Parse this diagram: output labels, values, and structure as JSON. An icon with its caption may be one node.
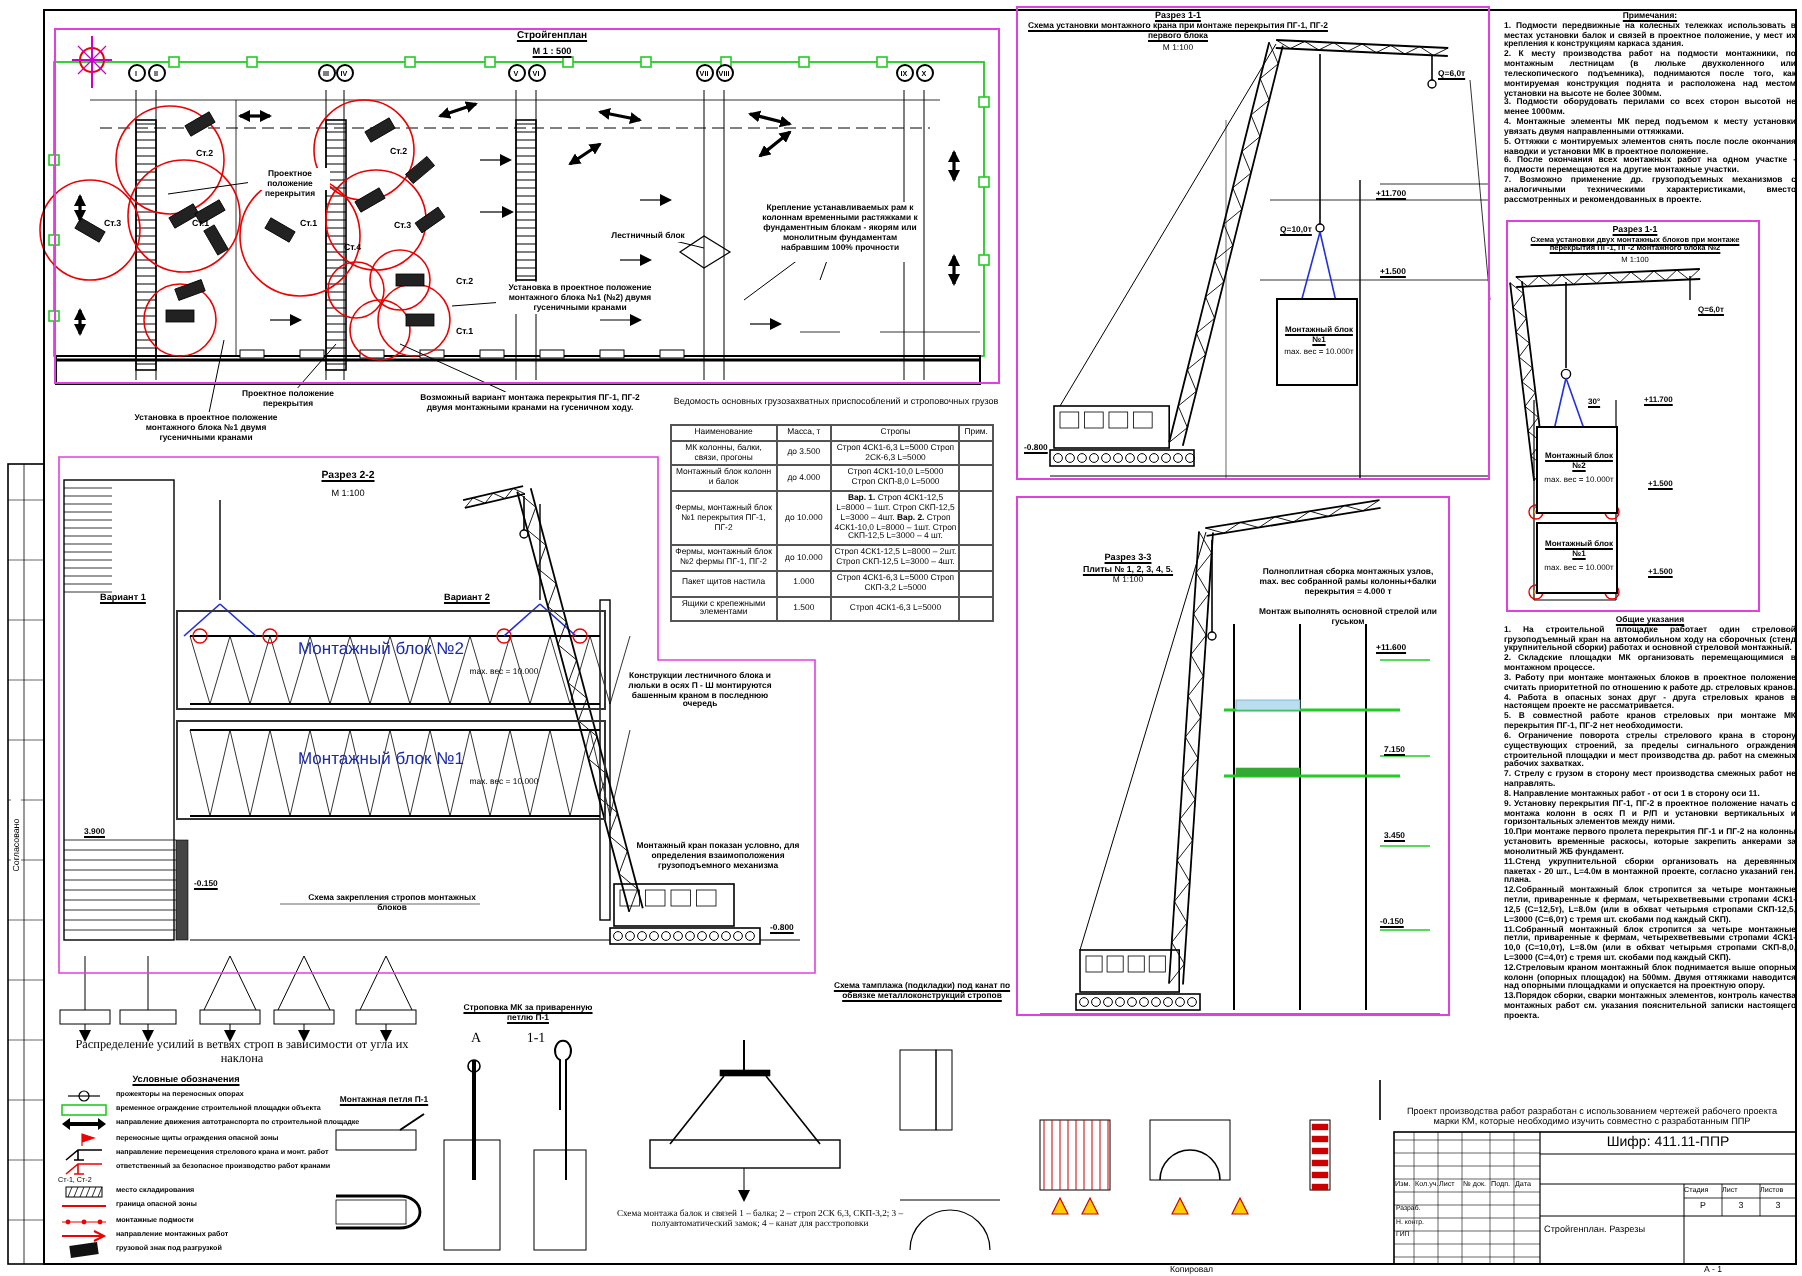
{
  "diagram": {
    "nodes": [
      {
        "text": [
          "Стройгенплан",
          "М 1 : 500"
        ]
      },
      {
        "text": [
          "Разрез 1-1",
          "Схема установки монтажного крана при монтаже перекрытия ПГ-1, ПГ-2 первого блока",
          "М 1:100"
        ]
      },
      {
        "text": [
          "Разрез 1-1",
          "Схема установки двух монтажных блоков при монтаже перекрытия ПГ-1, ПГ-2 монтажного блока №2",
          "М 1:100"
        ]
      },
      {
        "text": [
          "Разрез 2-2",
          "М 1:100"
        ]
      },
      {
        "text": [
          "Разрез 3-3",
          "Плиты № 1, 2, 3, 4, 5.",
          "М 1:100"
        ]
      },
      {
        "text": [
          "Монтажный блок №2",
          "max. вес = 10.000"
        ],
        "in": 3
      },
      {
        "text": [
          "Монтажный блок №1",
          "max. вес = 10.000"
        ],
        "in": 3
      },
      {
        "text": [
          "Монтажный блок №1",
          "max. вес = 10.000т"
        ],
        "in": 1
      },
      {
        "text": [
          "Монтажный блок №2",
          "max. вес = 10.000т"
        ],
        "in": 2
      },
      {
        "text": [
          "Монтажный блок №1",
          "max. вес = 10.000т"
        ],
        "in": 2
      },
      {
        "text": [
          "Лестничный блок"
        ],
        "in": 0
      },
      {
        "text": [
          "Крепление устанавливаемых рам к колоннам временными растяжками к фундаментным блокам - якорям или монолитным фундаментам набравшим 100% прочности"
        ],
        "in": 0
      },
      {
        "text": [
          "Проектное положение перекрытия"
        ],
        "in": 0
      },
      {
        "text": [
          "Установка в проектное положение монтажного блока №1 (№2) двумя гусеничными кранами"
        ],
        "in": 0
      },
      {
        "text": [
          "Проектное положение перекрытия"
        ]
      },
      {
        "text": [
          "Установка в проектное положение монтажного блока №1 двумя гусеничными кранами"
        ]
      },
      {
        "text": [
          "Возможный вариант монтажа перекрытия ПГ-1, ПГ-2 двумя монтажными кранами на гусеничном ходу."
        ]
      }
    ],
    "edges": [
      {
        "from": 10,
        "to": null,
        "arrow": "none"
      },
      {
        "from": 11,
        "to": null,
        "arrow": "none"
      },
      {
        "from": 11,
        "to": null,
        "arrow": "none"
      },
      {
        "from": 12,
        "to": null,
        "arrow": "none"
      },
      {
        "from": 13,
        "to": null,
        "arrow": "none"
      },
      {
        "from": 14,
        "to": null,
        "arrow": "none"
      },
      {
        "from": 15,
        "to": null,
        "arrow": "none"
      },
      {
        "from": 16,
        "to": null,
        "arrow": "none"
      }
    ],
    "labels": [
      "I",
      "II",
      "III",
      "IV",
      "V",
      "VI",
      "VII",
      "VIII",
      "IX",
      "X",
      "Ст.2",
      "Ст.3",
      "Ст.1",
      "Ст.1",
      "Ст.2",
      "Ст.3",
      "Ст.4",
      "Ст.2",
      "Ст.1",
      "Ведомость основных грузозахватных приспособлений и строповочных грузов",
      "Наименование",
      "Масса, т",
      "Стропы",
      "Прим.",
      "МК колонны, балки, связи, прогоны",
      "до 3.500",
      "Строп 4СК1-6,3 L=5000 Строп 2СК-6,3 L=5000",
      "Монтажный блок колонн и балок",
      "до 4.000",
      "Строп 4СК1-10,0 L=5000 Строп СКП-8,0 L=5000",
      "Фермы, монтажный блок №1 перекрытия ПГ-1, ПГ-2",
      "до 10.000",
      "**Вар. 1.** Строп 4СК1-12,5 L=8000 – 1шт. Строп СКП-12,5 L=3000 – 4шт. **Вар. 2.** Строп 4СК1-10,0 L=8000 – 1шт. Строп СКП-12,5 L=3000 – 4 шт.",
      "Фермы, монтажный блок №2 фермы ПГ-1, ПГ-2",
      "до 10.000",
      "Строп 4СК1-12,5 L=8000 – 2шт. Строп СКП-12,5 L=3000 – 4шт.",
      "Пакет щитов настила",
      "1.000",
      "Строп 4СК1-6,3 L=5000 Строп СКП-3,2 L=5000",
      "Ящики с крепежными элементами",
      "1.500",
      "Строп 4СК1-6,3 L=5000",
      "Вариант 1",
      "Вариант 2",
      "Конструкции лестничного блока и люльки в осях П - Ш монтируются башенным краном в последнюю очередь",
      "Монтажный кран показан условно, для определения взаимоположения грузоподъемного механизма",
      "Схема закрепления стропов монтажных блоков",
      "3.900",
      "-0.150",
      "-0.800",
      "Q=10,0т",
      "+11.700",
      "+1.500",
      "-0.800",
      "Q=6,0т",
      "Q=6,0т",
      "+11.700",
      "+1.500",
      "+1.500",
      "30°",
      "Полноплитная сборка монтажных узлов, max. вес собранной рамы колонны+балки перекрытия = 4.000 т",
      "Монтаж выполнять основной стрелой или гуськом",
      "+11.600",
      "7.150",
      "3.450",
      "-0.150",
      "Распределение усилий в ветвях строп в зависимости от угла их наклона",
      "Условные обозначения",
      "Монтажная петля П-1",
      "Строповка МК за приваренную петлю П-1",
      "А",
      "1-1",
      "Схема монтажа балок и связей 1 – балка; 2 – строп 2СК 6,3, СКП-3,2; 3 – полуавтоматический замок; 4 – канат для расстроповки",
      "Схема тамплажа (подкладки) под канат по обвязке металлоконструкций стропов",
      "Ст-1, Ст-2",
      "Примечания:",
      "1. Подмости передвижные на колесных тележках использовать в местах установки балок и связей в проектное положение, у мест их крепления к конструкциям каркаса здания.",
      "2. К месту производства работ на подмости монтажники, по монтажным лестницам (в люльке двухколенного или телескопического подъемника), поднимаются после того, как монтируемая конструкция поднята и расположена над местом установки на высоте не более 300мм.",
      "3. Подмости оборудовать перилами со всех сторон высотой не менее 1000мм.",
      "4. Монтажные элементы МК перед подъемом к месту установки увязать двумя направленными оттяжками.",
      "5. Оттяжки с монтируемых элементов снять после после окончания наводки и установки МК в проектное положение.",
      "6. После окончания всех монтажных работ на одном участке - подмости перемещаются на другие монтажные участки.",
      "7. Возможно применение др. грузоподъемных механизмов с аналогичными техническими характеристиками, вместо рассмотренных и рекомендованных в проекте.",
      "Общие указания",
      "1. На строительной площадке работает один стреловой грузоподъемный кран на автомобильном ходу на сборочных (стенд укрупнительной сборки) работах и основной стреловой монтажный.",
      "2. Складские площадки МК организовать перемещающимися в монтажном процессе.",
      "3. Работу при монтаже монтажных блоков в проектное положение считать приоритетной по отношению к работе др. стреловых кранов.",
      "4. Работа в опасных зонах друг - друга стреловых кранов в настоящем проекте не рассматривается.",
      "5. В совместной работе кранов стреловых при монтаже МК перекрытия ПГ-1, ПГ-2 нет необходимости.",
      "6. Ограничение поворота стрелы стрелового крана в сторону существующих строений, за пределы сигнального ограждения строительной площадки и мест производства др. работ на смежных рабочих захватках.",
      "7. Стрелу с грузом в сторону мест производства смежных работ не направлять.",
      "8. Направление монтажных работ - от оси 1 в сторону оси 11.",
      "9. Установку перекрытия ПГ-1, ПГ-2 в проектное положение начать с монтажа колонн в осях П и Р/П и установки вертикальных и горизонтальных элементов между ними.",
      "10.При монтаже первого пролета перекрытия ПГ-1 и ПГ-2 на колонны установить временные раскосы, которые закрепить анкерами за монолитный ЖБ фундамент.",
      "11.Стенд укрупнительной сборки организовать на деревянных пакетах - 20 шт., L=4.0м в монтажной проекте, согласно указаний ген. плана.",
      "12.Собранный монтажный блок стропится за четыре монтажные петли, приваренные к фермам, четырехветвевыми стропами 4СК1-12,5 (С=12,5т), L=8.0м (или в обхват четырьмя стропами СКП-12,5, L=3000 (С=6,0т) с тремя шт. скобами под каждый СКП).",
      "11.Собранный монтажный блок стропится за четыре монтажные петли, приваренные к фермам, четырехветвевыми стропами 4СК1-10,0 (С=10,0т), L=8.0м (или в обхват четырьмя стропами СКП-8,0, L=3000 (С=4,0т) с тремя шт. скобами под каждый СКП).",
      "12.Стреловым краном монтажный блок поднимается выше опорных колонн (опорных площадок) на 500мм. Двумя оттяжками наводится над опорными площадками и опускается на проектную опору.",
      "13.Порядок сборки, сварки монтажных элементов, контроль качества монтажных работ см. указания пояснительной записки настоящего проекта.",
      "Проект производства работ разработан с использованием чертежей рабочего проекта марки КМ, которые необходимо изучить совместно с разработанным ППР",
      "Шифр: 411.11-ППР",
      "Стройгенплан. Разрезы",
      "Р",
      "3",
      "3",
      "Изм.",
      "Кол.уч.",
      "Лист",
      "№ док.",
      "Подп.",
      "Дата",
      "Разраб.",
      "Н. контр.",
      "ГИП",
      "Стадия",
      "Лист",
      "Листов",
      "Копировал",
      "А - 1",
      "Согласовано"
    ],
    "legend": [
      {
        "text": "прожекторы на переносных опорах"
      },
      {
        "text": "временное ограждение строительной площадки объекта"
      },
      {
        "text": "направление движения автотранспорта по строительной площадке"
      },
      {
        "text": "переносные щиты ограждения опасной зоны"
      },
      {
        "text": "направление перемещения стрелового крана и монт. работ"
      },
      {
        "text": "ответственный за безопасное производство работ кранами"
      },
      {
        "text": "место складирования"
      },
      {
        "text": "граница опасной зоны"
      },
      {
        "text": "монтажные подмости"
      },
      {
        "text": "направление монтажных работ"
      },
      {
        "text": "грузовой знак под разгрузкой"
      }
    ]
  }
}
